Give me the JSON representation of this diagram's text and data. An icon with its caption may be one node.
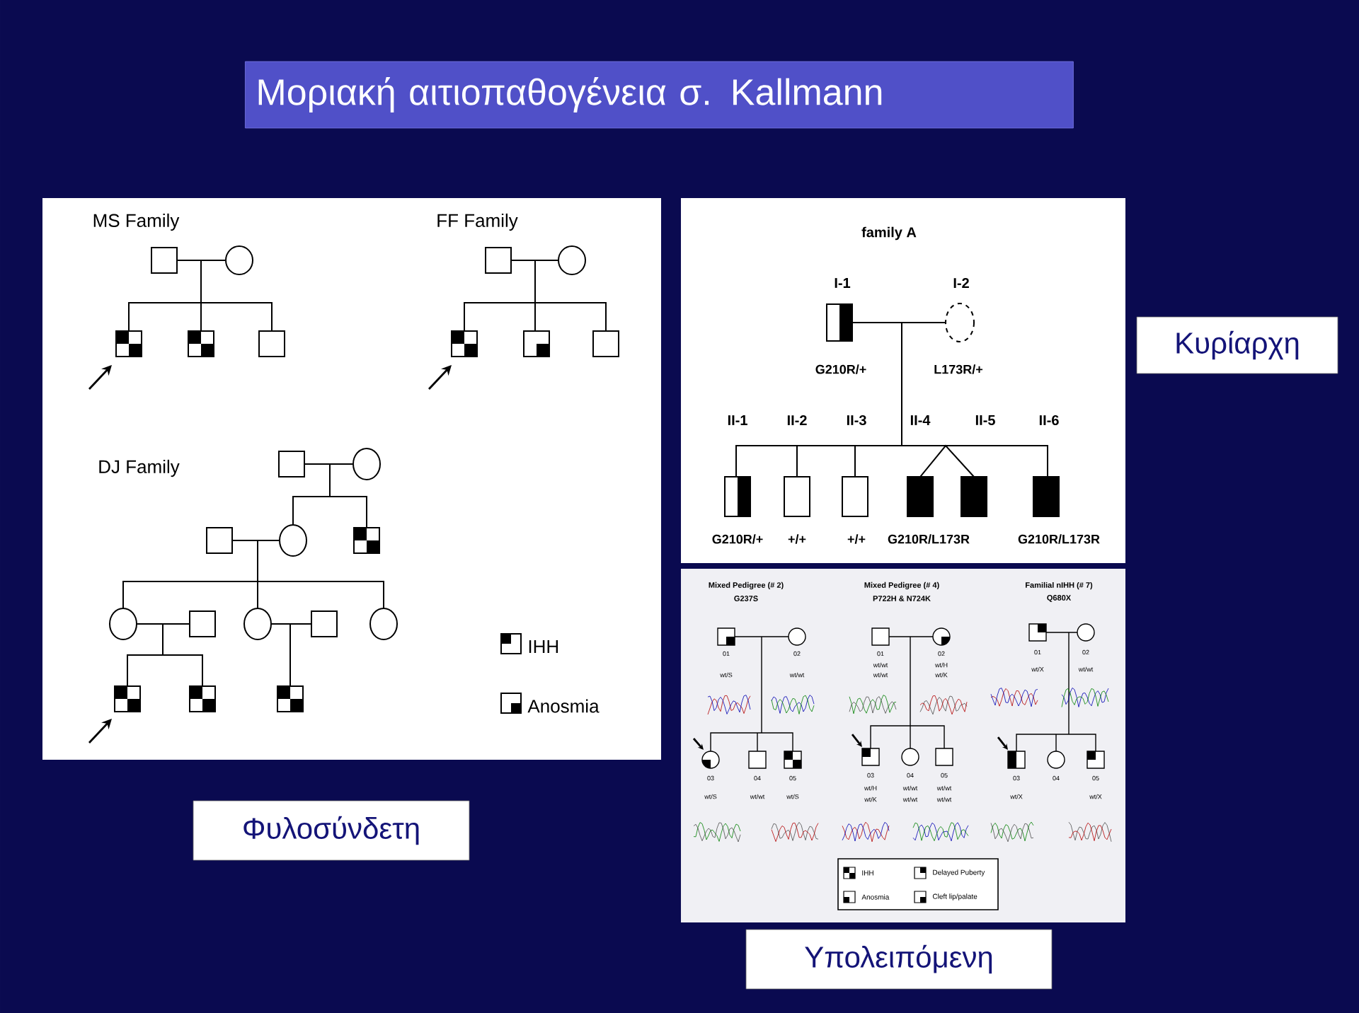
{
  "diagram": {
    "title": "Μοριακή αιτιοπαθογένεια σ. Kallmann",
    "nodes": [
      {
        "text": [
          "Κυρίαρχη"
        ]
      },
      {
        "text": [
          "Φυλοσύνδετη"
        ]
      },
      {
        "text": [
          "Υπολειπόμενη"
        ]
      }
    ],
    "labels": [
      "MS Family",
      "FF Family",
      "DJ Family",
      "family A",
      "I-1",
      "I-2",
      "G210R/+",
      "L173R/+",
      "II-1",
      "II-2",
      "II-3",
      "II-4",
      "II-5",
      "II-6",
      "G210R/+",
      "+/+",
      "+/+",
      "G210R/L173R",
      "G210R/L173R",
      "Mixed Pedigree (# 2)",
      "G237S",
      "Mixed Pedigree (# 4)",
      "P722H & N724K",
      "Familial nIHH (# 7)",
      "Q680X",
      "01",
      "wt/S",
      "02",
      "wt/wt",
      "01",
      "wt/wt",
      "wt/wt",
      "02",
      "wt/H",
      "wt/K",
      "01",
      "wt/X",
      "02",
      "wt/wt",
      "03",
      "04",
      "05",
      "wt/S",
      "wt/wt",
      "wt/S",
      "03",
      "04",
      "05",
      "wt/H",
      "wt/wt",
      "wt/wt",
      "wt/K",
      "wt/wt",
      "wt/wt",
      "03",
      "04",
      "05",
      "wt/X",
      "wt/X"
    ],
    "legend": [
      {
        "text": "IHH"
      },
      {
        "text": "Anosmia"
      },
      {
        "text": "IHH"
      },
      {
        "text": "Delayed Puberty"
      },
      {
        "text": "Anosmia"
      },
      {
        "text": "Cleft lip/palate"
      }
    ]
  }
}
